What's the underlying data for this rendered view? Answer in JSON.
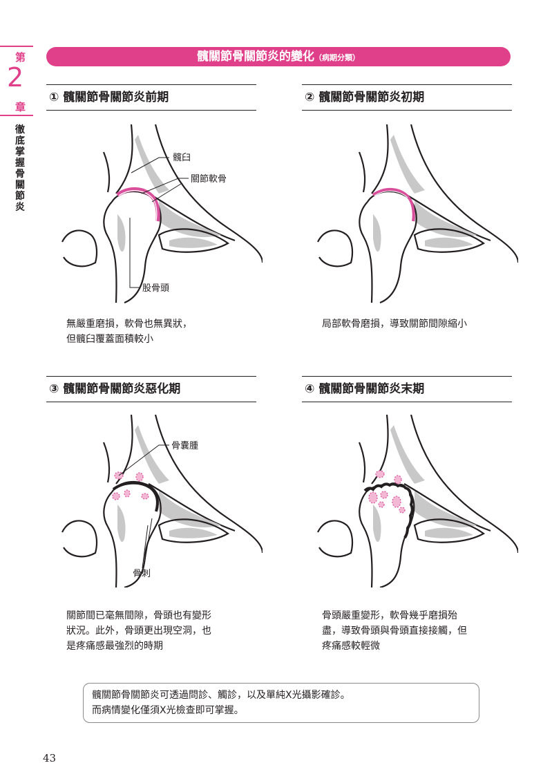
{
  "chapter": {
    "prefix": "第",
    "number": "2",
    "suffix": "章",
    "side_title": "徹底掌握骨關節炎"
  },
  "header": {
    "title": "髖關節骨關節炎的變化",
    "subtitle": "（病期分類）"
  },
  "panels": [
    {
      "title": "① 髖關節骨關節炎前期",
      "labels": [
        "髖臼",
        "關節軟骨",
        "股骨頭"
      ],
      "description_lines": [
        "無嚴重磨損，軟骨也無異狀，",
        "但髖臼覆蓋面積較小"
      ]
    },
    {
      "title": "② 髖關節骨關節炎初期",
      "labels": [],
      "description_lines": [
        "局部軟骨磨損，導致關節間隙縮小"
      ]
    },
    {
      "title": "③ 髖關節骨關節炎惡化期",
      "labels": [
        "骨囊腫",
        "骨刺"
      ],
      "description_lines": [
        "關節間已毫無間隙，骨頭也有變形",
        "狀況。此外，骨頭更出現空洞，也",
        "是疼痛感最強烈的時期"
      ]
    },
    {
      "title": "④ 髖關節骨關節炎末期",
      "labels": [],
      "description_lines": [
        "骨頭嚴重變形，軟骨幾乎磨損殆",
        "盡，導致骨頭與骨頭直接接觸，但",
        "疼痛感較輕微"
      ]
    }
  ],
  "note_lines": [
    "髖關節骨關節炎可透過問診、觸診，以及單純X光攝影確診。",
    "而病情變化僅須X光檢查即可掌握。"
  ],
  "page_number": "43",
  "colors": {
    "accent": "#e0408a",
    "cartilage": "#d94f9c",
    "cyst": "#f3b8d3",
    "bone_shade": "#c8c8c8"
  }
}
